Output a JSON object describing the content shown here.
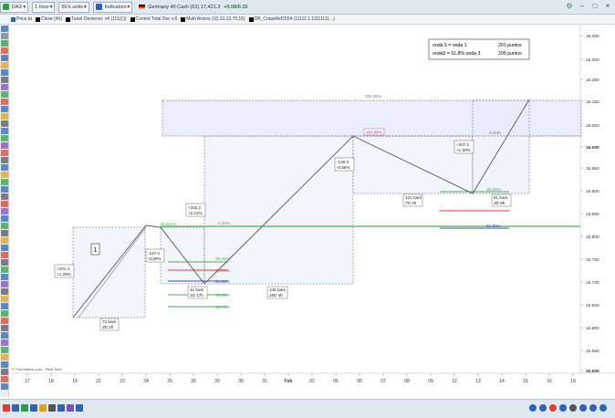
{
  "toolbar": {
    "instrument": "DAX",
    "timeframe": "1 hour",
    "units": "60 k units",
    "indicators_label": "Indicators",
    "quote": "Germany 40 Cash (€1) 17,421.3",
    "price_change": "+0.08/0.15",
    "right_icons": [
      "settings-icon",
      "minimize-icon",
      "restore-icon",
      "close-icon"
    ]
  },
  "indicators": [
    {
      "label": "Price ta",
      "color": "#2f63b5"
    },
    {
      "label": "Close (4h)",
      "color": "#000000"
    },
    {
      "label": "Tunel Osmener. v4 (111(1))",
      "color": "#000000"
    },
    {
      "label": "Control Total Dsc v.6",
      "color": "#000000"
    },
    {
      "label": "Multi Avisos (10,13,13,70,15)",
      "color": "#000000"
    },
    {
      "label": "DB_CotasRef2024 (11111.1.11111111...)",
      "color": "#000000"
    }
  ],
  "info_box": {
    "rows": [
      {
        "label": "onda 5 = onda 1",
        "value": "201 puntos"
      },
      {
        "label": "onda5 = 61,8% onda 3",
        "value": "205 puntos"
      }
    ]
  },
  "price_axis": [
    "16.350",
    "16.300",
    "16.250",
    "16.150",
    "16.050",
    "16.000",
    "15.950",
    "15.900",
    "15.850",
    "15.800",
    "15.750",
    "15.700",
    "15.650",
    "15.600",
    "15.550",
    "15.500"
  ],
  "time_axis": [
    "17",
    "18",
    "19",
    "22",
    "23",
    "24",
    "25",
    "26",
    "29",
    "30",
    "31",
    "Feb",
    "02",
    "05",
    "06",
    "07",
    "08",
    "09",
    "12",
    "13",
    "14",
    "15",
    "16",
    "19"
  ],
  "wave_label": "1",
  "annotations": {
    "w1_change": "+201.4",
    "w1_pct": "+1.29%",
    "w1_bars": "73 bars",
    "w1_time": "3D 2h",
    "w2_change": "-127.2",
    "w2_pct": "-0.80%",
    "w2_bars": "41 bars",
    "w2_time": "1D 17h",
    "w2_level": "15.824.0",
    "w3_change": "+332.1",
    "w3_pct": "+2.12%",
    "w3_bars": "146 bars",
    "w3_time": "16D 4h",
    "w4_change": "-126.3",
    "w4_pct": "-0.58%",
    "w4_bars": "121 bars",
    "w4_time": "7D 2h",
    "w5_change": "+207.1",
    "w5_pct": "+1.30%",
    "w5_bars": "51 bars",
    "w5_time": "3D 9h",
    "fib_200": "200.00%",
    "fib_161": "161.80%",
    "fib_0_top": "0.00%",
    "fib_0_mid": "0.00%",
    "fib_38_a": "38.20%",
    "fib_50_a": "50.00%",
    "fib_61_a": "61.80%",
    "fib_78_a": "78.60%",
    "fib_88_a": "88.60%",
    "fib_38_b": "38.20%",
    "fib_61_b": "61.80%"
  },
  "footer_text": "© Prorealtime.com - Real Time",
  "colors": {
    "accent_green": "#4caf50",
    "fib_red": "#e53935",
    "fib_blue": "#3f51b5",
    "highlight_purple": "#a020a0"
  }
}
